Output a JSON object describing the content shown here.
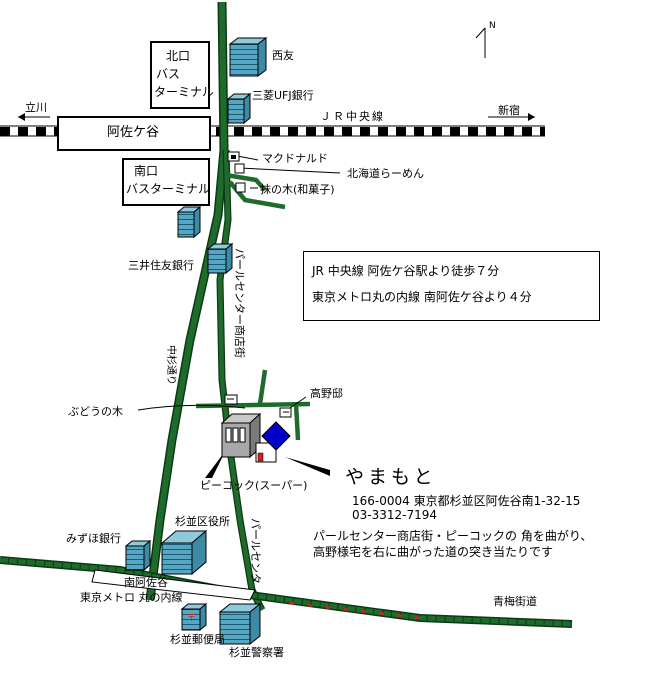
{
  "north": "N",
  "stations": {
    "asagaya": "阿佐ケ谷",
    "tachikawa": "立川",
    "shinjuku": "新宿",
    "jr_line": "ＪＲ中央線",
    "minami_asagaya": "南阿佐谷",
    "metro_line": "東京メトロ 丸の内線"
  },
  "terminals": {
    "north": [
      "北口",
      "バス",
      "ターミナル"
    ],
    "south": [
      "南口",
      "バスターミナル"
    ]
  },
  "landmarks": {
    "seiyu": "西友",
    "mufg": "三菱UFJ銀行",
    "mcdonalds": "マクドナルド",
    "hokkaido_ramen": "北海道らーめん",
    "wagashi": "抹の木(和菓子)",
    "smbc": "三井住友銀行",
    "budou": "ぶどうの木",
    "takano": "高野邸",
    "peacock": "ピーコック(スーパー)",
    "ward_office": "杉並区役所",
    "mizuho": "みずほ銀行",
    "post_office": "杉並郵便局",
    "police": "杉並警察署"
  },
  "streets": {
    "nakasugi": "中杉通り",
    "pearl_upper": "パールセンター商店街",
    "pearl_lower": "パールセンタ",
    "ome": "青梅街道"
  },
  "access": {
    "jr": "JR 中央線  阿佐ケ谷駅より徒歩７分",
    "metro": "東京メトロ丸の内線  南阿佐ケ谷より４分"
  },
  "destination": {
    "name": "やまもと",
    "address": "166-0004  東京都杉並区阿佐谷南1-32-15",
    "phone": "03-3312-7194",
    "directions": [
      "パールセンター商店街・ピーコックの 角を曲がり、",
      "高野様宅を右に曲がった道の突き当たりです"
    ]
  },
  "colors": {
    "road": "#1f6b2c",
    "building_front": "#55a7c4",
    "building_side": "#8ec9dc",
    "takano_roof": "#0000c8",
    "ome_accent": "#d32020"
  }
}
